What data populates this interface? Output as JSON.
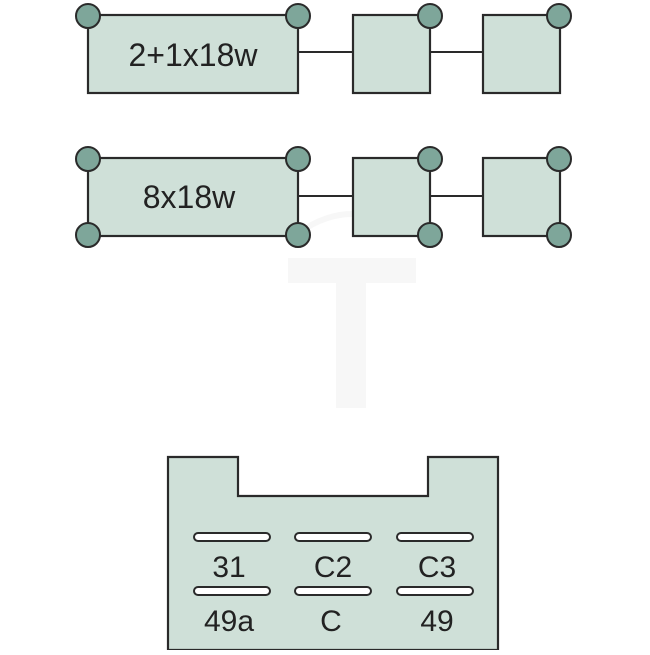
{
  "diagram": {
    "configurations": [
      {
        "label": "2+1x18w"
      },
      {
        "label": "8x18w"
      }
    ],
    "connector": {
      "pins_top": [
        "31",
        "C2",
        "C3"
      ],
      "pins_bottom": [
        "49a",
        "C",
        "49"
      ]
    }
  },
  "colors": {
    "box_fill": "#cfe0d8",
    "lamp_fill": "#7ea69a",
    "outline": "#2a2a2a"
  }
}
